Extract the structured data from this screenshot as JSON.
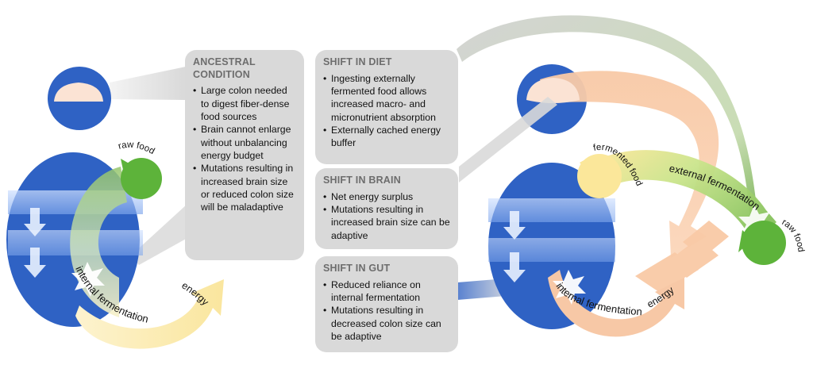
{
  "panels": {
    "ancestral": {
      "title": "ANCESTRAL CONDITION",
      "items": [
        "Large colon needed to digest fiber-dense food sources",
        "Brain cannot enlarge without unbalancing energy budget",
        "Mutations resulting in increased brain size or reduced colon size will be maladaptive"
      ]
    },
    "diet": {
      "title": "SHIFT IN DIET",
      "items": [
        "Ingesting externally fermented food allows increased macro- and micronutrient absorption",
        "Externally cached energy buffer"
      ]
    },
    "brain": {
      "title": "SHIFT IN BRAIN",
      "items": [
        "Net energy surplus",
        "Mutations resulting in increased brain size can be adaptive"
      ]
    },
    "gut": {
      "title": "SHIFT IN GUT",
      "items": [
        "Reduced reliance on internal fermentation",
        "Mutations resulting in decreased colon size can be adaptive"
      ]
    }
  },
  "labels": {
    "left_raw_food": "raw food",
    "left_internal_fermentation": "internal fermentation",
    "left_energy": "energy",
    "right_fermented_food": "fermented food",
    "right_external_fermentation": "external fermentation",
    "right_raw_food": "raw food",
    "right_internal_fermentation": "internal fermentation",
    "right_energy": "energy"
  },
  "colors": {
    "body_blue": "#2f62c4",
    "brain_cream": "#fbe3d4",
    "panel_gray": "#d9d9d9",
    "raw_food_green": "#5db33a",
    "fermented_yellow": "#fbe79a",
    "energy_peach": "#f9caa6"
  }
}
